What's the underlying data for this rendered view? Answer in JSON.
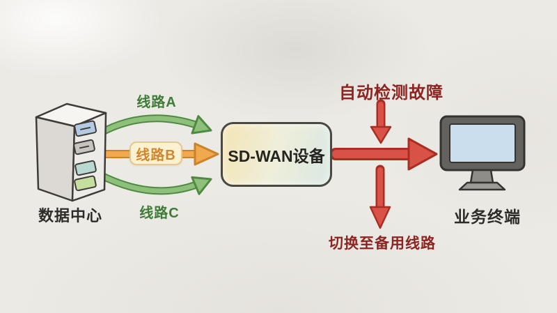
{
  "diagram": {
    "type": "sdwan-failover-diagram",
    "nodes": {
      "datacenter": {
        "label": "数据中心",
        "icon": "server-icon"
      },
      "sdwan": {
        "label": "SD-WAN设备",
        "fill_left": "#f3e4b4",
        "fill_right": "#d9e8e3"
      },
      "terminal": {
        "label": "业务终端",
        "icon": "monitor-icon",
        "screen_color": "#cadeee"
      }
    },
    "links": [
      {
        "label": "线路A",
        "text_color": "#3e7c38",
        "arrow_fill": "#8fc07b",
        "arrow_outline": "#4e8a40",
        "shape": "curve-up"
      },
      {
        "label": "线路B",
        "text_color": "#d0862c",
        "arrow_fill": "#f1a94f",
        "arrow_outline": "#cc8327",
        "shape": "straight",
        "badge_bg": "#fcf2d2"
      },
      {
        "label": "线路C",
        "text_color": "#3e7c38",
        "arrow_fill": "#8fc07b",
        "arrow_outline": "#4e8a40",
        "shape": "curve-down"
      }
    ],
    "flow_arrow": {
      "from": "SD-WAN设备",
      "to": "业务终端",
      "fill": "#d95248",
      "outline": "#aa2d24"
    },
    "annotations": [
      {
        "label": "自动检测故障",
        "color": "#8e2320",
        "position": "top"
      },
      {
        "label": "切换至备用线路",
        "color": "#8e2320",
        "position": "bottom"
      }
    ]
  }
}
